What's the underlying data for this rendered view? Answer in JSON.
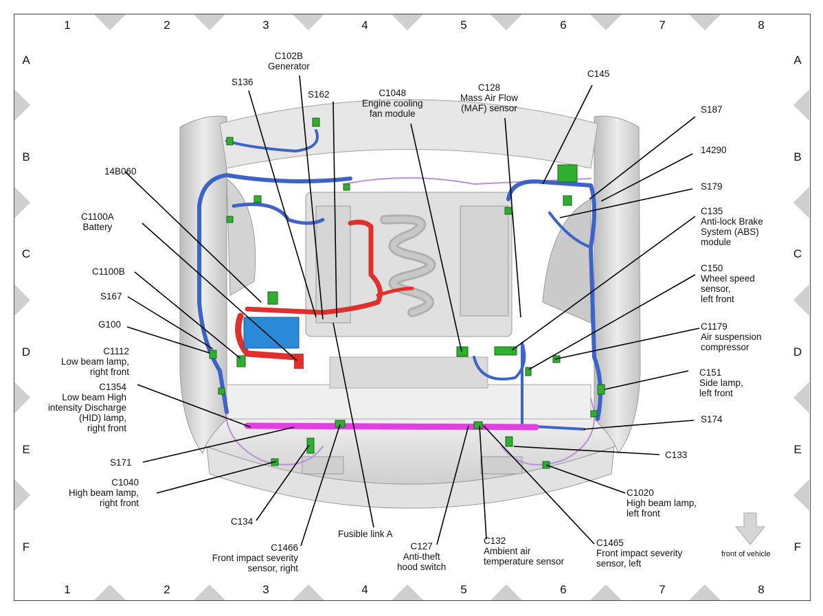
{
  "grid": {
    "columns": [
      "1",
      "2",
      "3",
      "4",
      "5",
      "6",
      "7",
      "8"
    ],
    "rows": [
      "A",
      "B",
      "C",
      "D",
      "E",
      "F"
    ]
  },
  "callouts": {
    "c102b": [
      "C102B",
      "Generator"
    ],
    "s136": [
      "S136"
    ],
    "s162": [
      "S162"
    ],
    "c1048": [
      "C1048",
      "Engine cooling",
      "fan module"
    ],
    "c128": [
      "C128",
      "Mass Air Flow",
      "(MAF) sensor"
    ],
    "c145": [
      "C145"
    ],
    "s187": [
      "S187"
    ],
    "p14290": [
      "14290"
    ],
    "s179": [
      "S179"
    ],
    "c135": [
      "C135",
      "Anti-lock Brake",
      "System (ABS)",
      "module"
    ],
    "c150": [
      "C150",
      "Wheel speed",
      "sensor,",
      "left front"
    ],
    "c1179": [
      "C1179",
      "Air suspension",
      "compressor"
    ],
    "c151": [
      "C151",
      "Side lamp,",
      "left front"
    ],
    "s174": [
      "S174"
    ],
    "c133": [
      "C133"
    ],
    "c1020": [
      "C1020",
      "High beam lamp,",
      "left front"
    ],
    "c1465": [
      "C1465",
      "Front impact severity",
      "sensor, left"
    ],
    "c132": [
      "C132",
      "Ambient air",
      "temperature sensor"
    ],
    "c127": [
      "C127",
      "Anti-theft",
      "hood switch"
    ],
    "fusible": [
      "Fusible link A"
    ],
    "c1466": [
      "C1466",
      "Front impact severity",
      "sensor, right"
    ],
    "c134": [
      "C134"
    ],
    "c1040": [
      "C1040",
      "High beam lamp,",
      "right front"
    ],
    "s171": [
      "S171"
    ],
    "c1354": [
      "C1354",
      "Low beam High",
      "intensity Discharge",
      "(HID) lamp,",
      "right front"
    ],
    "c1112": [
      "C1112",
      "Low beam lamp,",
      "right front"
    ],
    "g100": [
      "G100"
    ],
    "s167": [
      "S167"
    ],
    "c1100b": [
      "C1100B"
    ],
    "c1100a": [
      "C1100A",
      "Battery"
    ],
    "p14b060": [
      "14B060"
    ]
  },
  "front_arrow_label": "front of vehicle",
  "colors": {
    "harness_blue": "#3b63c8",
    "harness_red": "#e0302c",
    "harness_magenta": "#e040e0",
    "connector_green": "#2fae2f",
    "battery_blue": "#2a8ad8",
    "wire_purple": "#b890d8",
    "body_gray": "#d8d8d8"
  }
}
